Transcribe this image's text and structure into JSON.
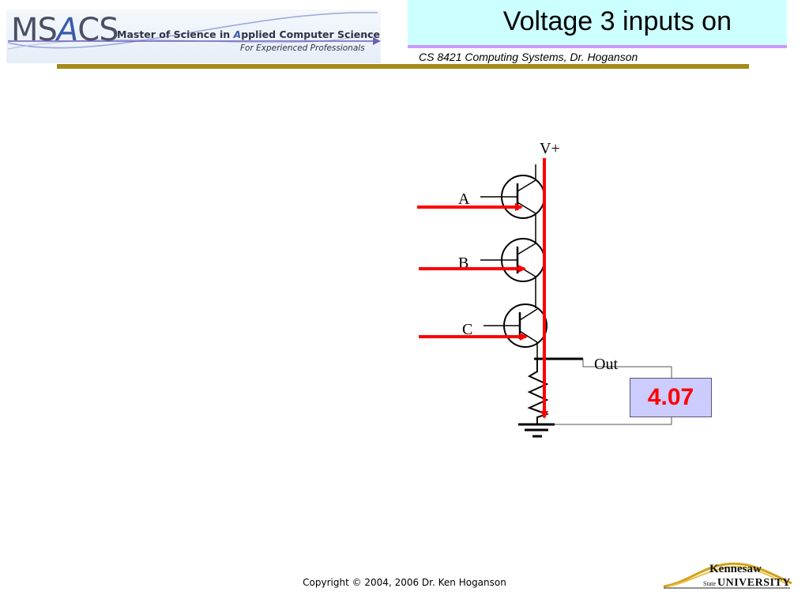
{
  "header": {
    "logo_ms": "MS",
    "logo_a": "A",
    "logo_cs": "CS",
    "logo_title_pre": "Master of Science in ",
    "logo_title_a": "A",
    "logo_title_post": "pplied Computer Science",
    "logo_subtitle": "For Experienced Professionals"
  },
  "slide": {
    "title": "Voltage 3 inputs on",
    "course": "CS 8421 Computing Systems, Dr. Hoganson"
  },
  "diagram": {
    "supply_label": "V+",
    "inputs": [
      "A",
      "B",
      "C"
    ],
    "output_label": "Out",
    "meter_reading": "4.07"
  },
  "footer": {
    "copyright": "Copyright © 2004, 2006 Dr. Ken Hoganson",
    "ksu_top": "Kennesaw",
    "ksu_state": "State",
    "ksu_univ": "UNIVERSITY"
  },
  "colors": {
    "title_bg": "#ccffff",
    "title_rule": "#cc99ff",
    "gold_rule": "#a58a1a",
    "signal": "#ff0000",
    "meter_bg": "#ccccff"
  }
}
